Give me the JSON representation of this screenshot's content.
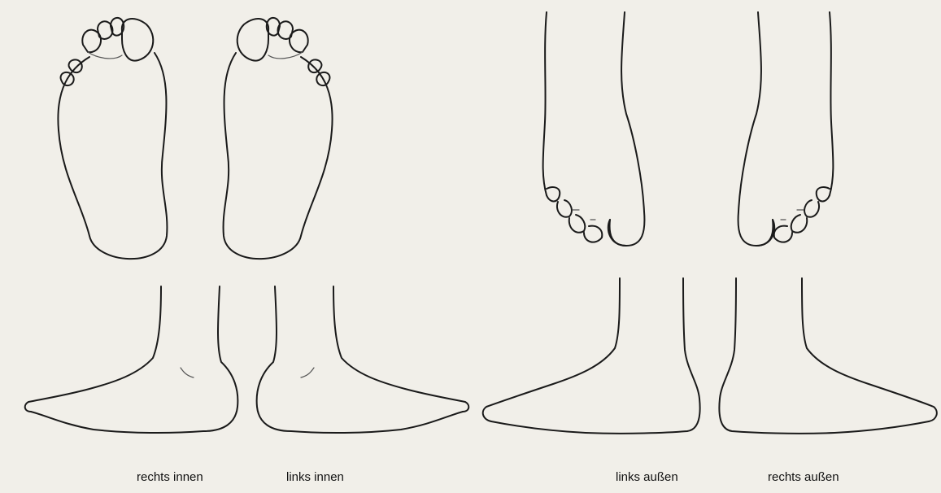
{
  "labels": {
    "right_inner": "rechts innen",
    "left_inner": "links innen",
    "left_outer": "links außen",
    "right_outer": "rechts außen"
  },
  "figures": [
    "right-sole-icon",
    "left-sole-icon",
    "right-foot-inner-side-icon",
    "left-foot-inner-side-icon",
    "left-foot-top-icon",
    "right-foot-top-icon",
    "left-foot-outer-side-icon",
    "right-foot-outer-side-icon"
  ]
}
